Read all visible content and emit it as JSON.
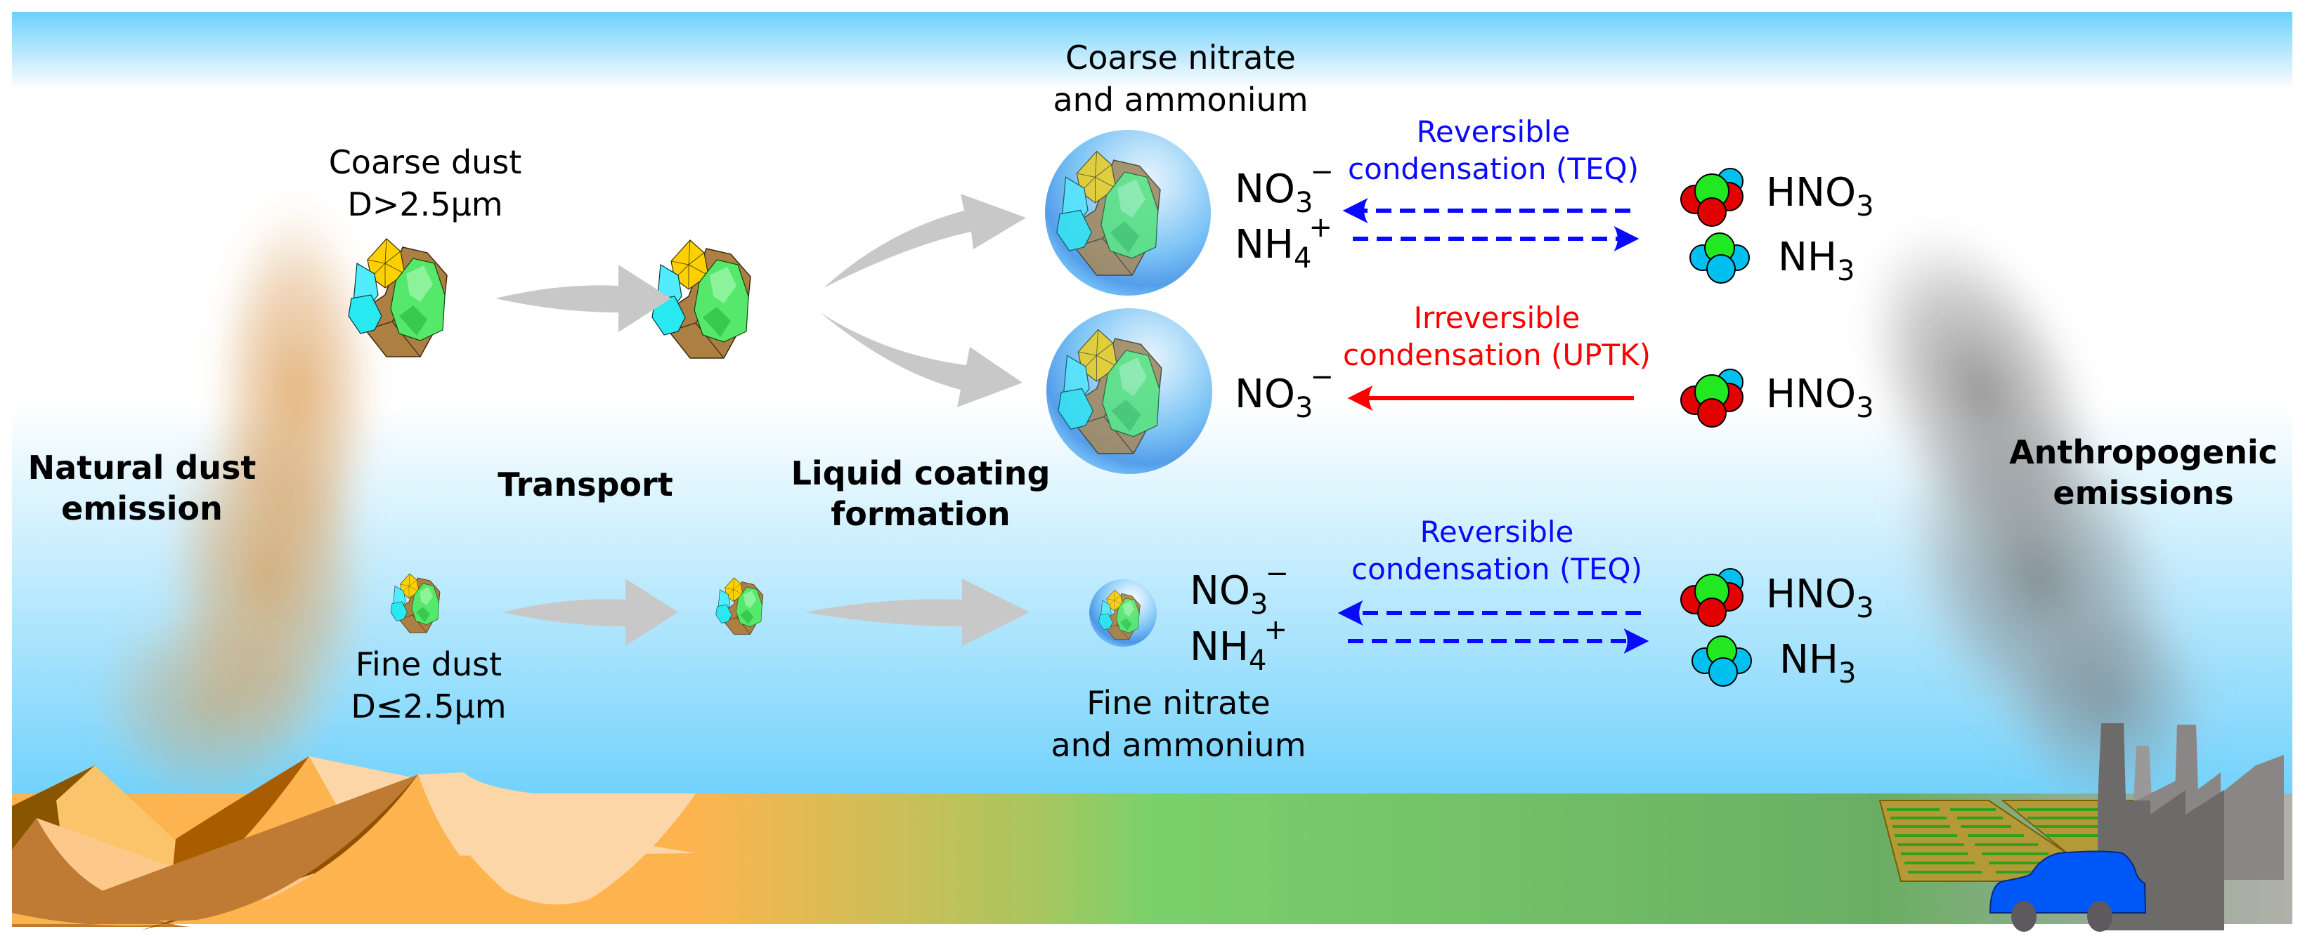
{
  "diagram": {
    "stages": {
      "natural_dust_emission": [
        "Natural dust",
        "emission"
      ],
      "transport": "Transport",
      "liquid_coating_formation": [
        "Liquid coating",
        "formation"
      ],
      "anthropogenic_emissions": [
        "Anthropogenic",
        "emissions"
      ]
    },
    "particles": {
      "coarse_dust": [
        "Coarse dust",
        "D>2.5μm"
      ],
      "fine_dust": [
        "Fine dust",
        "D≤2.5μm"
      ],
      "coarse_product": [
        "Coarse nitrate",
        "and ammonium"
      ],
      "fine_product": [
        "Fine nitrate",
        "and ammonium"
      ]
    },
    "ions": {
      "nitrate": {
        "base": "NO",
        "sub": "3",
        "sup": "−"
      },
      "ammonium": {
        "base": "NH",
        "sub": "4",
        "sup": "+"
      }
    },
    "gases": {
      "nitric_acid": {
        "base": "HNO",
        "sub": "3"
      },
      "ammonia": {
        "base": "NH",
        "sub": "3"
      }
    },
    "processes": {
      "reversible": {
        "lines": [
          "Reversible",
          "condensation (TEQ)"
        ],
        "color": "#0a0aff",
        "style": "dashed",
        "direction": "bidirectional"
      },
      "irreversible": {
        "lines": [
          "Irreversible",
          "condensation (UPTK)"
        ],
        "color": "#ff0000",
        "style": "solid",
        "direction": "gas-to-particle"
      }
    },
    "colors": {
      "sky_top": "#6dd0fb",
      "sky_mid": "#ffffff",
      "sky_bottom": "#72d2fc",
      "ground_green": "#6fcf6a",
      "sand": "#fdb44f",
      "flow_arrow": "#c8c8c8",
      "droplet": "#5ab4f2",
      "smoke": "#808080",
      "car": "#0058f8",
      "factory": "#6d6a6a"
    }
  }
}
